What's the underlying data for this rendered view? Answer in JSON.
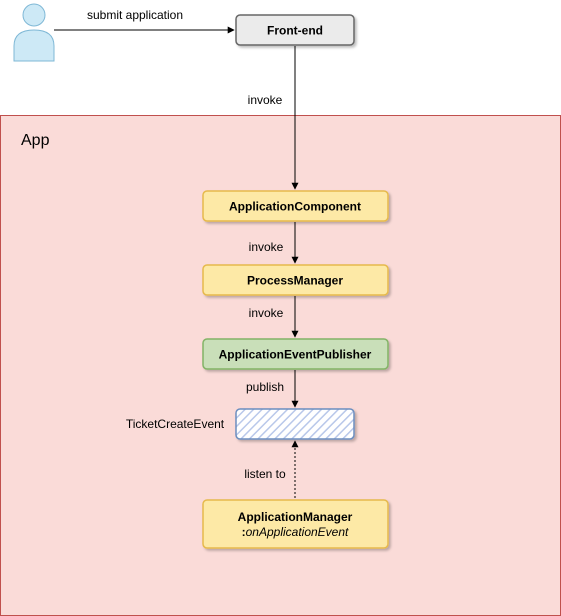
{
  "container": {
    "title": "App"
  },
  "actor": {
    "icon": "user-icon"
  },
  "nodes": {
    "frontend": {
      "label": "Front-end"
    },
    "app_component": {
      "label": "ApplicationComponent"
    },
    "process_manager": {
      "label": "ProcessManager"
    },
    "event_publisher": {
      "label": "ApplicationEventPublisher"
    },
    "ticket_event": {
      "label": "TicketCreateEvent"
    },
    "app_manager": {
      "label": "ApplicationManager",
      "sublabel_prefix": ":",
      "sublabel": "onApplicationEvent"
    }
  },
  "edges": {
    "submit": {
      "label": "submit application"
    },
    "invoke_frontend": {
      "label": "invoke"
    },
    "invoke_component": {
      "label": "invoke"
    },
    "invoke_process": {
      "label": "invoke"
    },
    "publish": {
      "label": "publish"
    },
    "listen": {
      "label": "listen to"
    }
  },
  "colors": {
    "container_fill": "#fadbd8",
    "container_stroke": "#c0504d",
    "frontend_fill": "#ebebeb",
    "frontend_stroke": "#666666",
    "yellow_fill": "#fde9a6",
    "yellow_stroke": "#e6b94b",
    "green_fill": "#c9dfb9",
    "green_stroke": "#82b366",
    "event_stroke": "#6c8ebf",
    "event_hatch": "#b9c8ea",
    "actor_fill": "#cde9f6",
    "actor_stroke": "#7fb8d6"
  }
}
